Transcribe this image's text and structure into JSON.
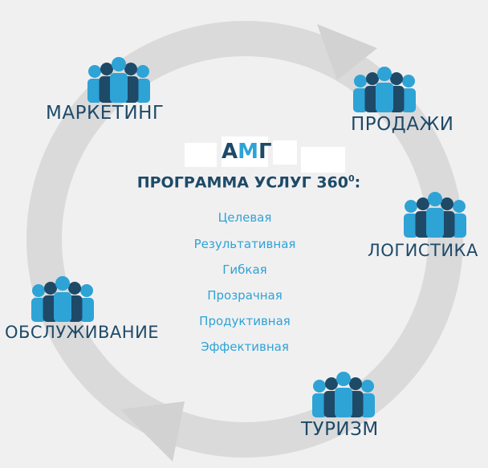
{
  "logo": {
    "a": "А",
    "m": "М",
    "g": "Г"
  },
  "title": {
    "text": "ПРОГРАММА УСЛУГ 360",
    "sup": "0",
    "colon": ":"
  },
  "qualities": [
    "Целевая",
    "Результативная",
    "Гибкая",
    "Прозрачная",
    "Продуктивная",
    "Эффективная"
  ],
  "nodes": {
    "marketing": "МАРКЕТИНГ",
    "sales": "ПРОДАЖИ",
    "logistics": "ЛОГИСТИКА",
    "tourism": "ТУРИЗМ",
    "service": "ОБСЛУЖИВАНИЕ"
  },
  "colors": {
    "dark": "#1e4a68",
    "light": "#2ea3d6",
    "ring": "#d8d8d9"
  }
}
